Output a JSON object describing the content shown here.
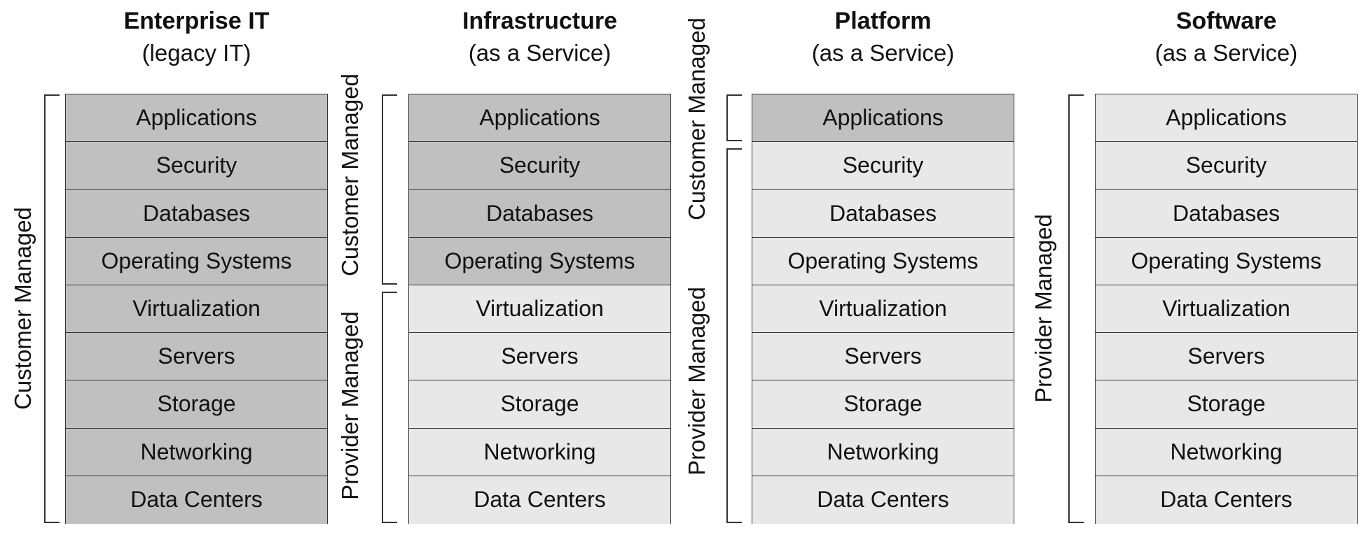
{
  "models": [
    {
      "title": "Enterprise IT",
      "subtitle": "(legacy IT)",
      "layers": [
        {
          "label": "Applications",
          "managed_by": "customer"
        },
        {
          "label": "Security",
          "managed_by": "customer"
        },
        {
          "label": "Databases",
          "managed_by": "customer"
        },
        {
          "label": "Operating Systems",
          "managed_by": "customer"
        },
        {
          "label": "Virtualization",
          "managed_by": "customer"
        },
        {
          "label": "Servers",
          "managed_by": "customer"
        },
        {
          "label": "Storage",
          "managed_by": "customer"
        },
        {
          "label": "Networking",
          "managed_by": "customer"
        },
        {
          "label": "Data Centers",
          "managed_by": "customer"
        }
      ],
      "brackets": [
        {
          "label": "Customer Managed",
          "managed_by": "customer",
          "layer_span": [
            0,
            8
          ]
        }
      ]
    },
    {
      "title": "Infrastructure",
      "subtitle": "(as a Service)",
      "layers": [
        {
          "label": "Applications",
          "managed_by": "customer"
        },
        {
          "label": "Security",
          "managed_by": "customer"
        },
        {
          "label": "Databases",
          "managed_by": "customer"
        },
        {
          "label": "Operating Systems",
          "managed_by": "customer"
        },
        {
          "label": "Virtualization",
          "managed_by": "provider"
        },
        {
          "label": "Servers",
          "managed_by": "provider"
        },
        {
          "label": "Storage",
          "managed_by": "provider"
        },
        {
          "label": "Networking",
          "managed_by": "provider"
        },
        {
          "label": "Data Centers",
          "managed_by": "provider"
        }
      ],
      "brackets": [
        {
          "label": "Customer Managed",
          "managed_by": "customer",
          "layer_span": [
            0,
            3
          ]
        },
        {
          "label": "Provider Managed",
          "managed_by": "provider",
          "layer_span": [
            4,
            8
          ]
        }
      ]
    },
    {
      "title": "Platform",
      "subtitle": "(as a Service)",
      "layers": [
        {
          "label": "Applications",
          "managed_by": "customer"
        },
        {
          "label": "Security",
          "managed_by": "provider"
        },
        {
          "label": "Databases",
          "managed_by": "provider"
        },
        {
          "label": "Operating Systems",
          "managed_by": "provider"
        },
        {
          "label": "Virtualization",
          "managed_by": "provider"
        },
        {
          "label": "Servers",
          "managed_by": "provider"
        },
        {
          "label": "Storage",
          "managed_by": "provider"
        },
        {
          "label": "Networking",
          "managed_by": "provider"
        },
        {
          "label": "Data Centers",
          "managed_by": "provider"
        }
      ],
      "brackets": [
        {
          "label": "Customer Managed",
          "managed_by": "customer",
          "layer_span": [
            0,
            0
          ]
        },
        {
          "label": "Provider Managed",
          "managed_by": "provider",
          "layer_span": [
            1,
            8
          ]
        }
      ]
    },
    {
      "title": "Software",
      "subtitle": "(as a Service)",
      "layers": [
        {
          "label": "Applications",
          "managed_by": "provider"
        },
        {
          "label": "Security",
          "managed_by": "provider"
        },
        {
          "label": "Databases",
          "managed_by": "provider"
        },
        {
          "label": "Operating Systems",
          "managed_by": "provider"
        },
        {
          "label": "Virtualization",
          "managed_by": "provider"
        },
        {
          "label": "Servers",
          "managed_by": "provider"
        },
        {
          "label": "Storage",
          "managed_by": "provider"
        },
        {
          "label": "Networking",
          "managed_by": "provider"
        },
        {
          "label": "Data Centers",
          "managed_by": "provider"
        }
      ],
      "brackets": [
        {
          "label": "Provider Managed",
          "managed_by": "provider",
          "layer_span": [
            0,
            8
          ]
        }
      ]
    }
  ],
  "colors": {
    "customer_fill": "#c0c0c0",
    "provider_fill": "#e8e8e8",
    "border": "#333333",
    "text": "#111111"
  }
}
